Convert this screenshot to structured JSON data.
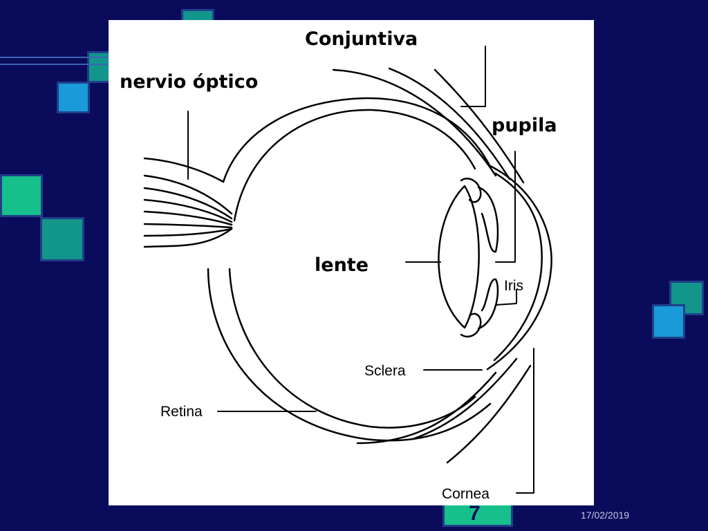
{
  "slide": {
    "date": "17/02/2019",
    "page_number": "7"
  },
  "diagram": {
    "labels": {
      "conjuntiva": "Conjuntiva",
      "nervio_optico": "nervio óptico",
      "pupila": "pupila",
      "lente": "lente",
      "iris": "Iris",
      "sclera": "Sclera",
      "retina": "Retina",
      "cornea": "Cornea"
    }
  },
  "colors": {
    "background": "#0b0b5c",
    "accent_green": "#15c08a",
    "accent_teal": "#12968c",
    "accent_blue": "#1a9ad8",
    "panel": "#ffffff"
  }
}
